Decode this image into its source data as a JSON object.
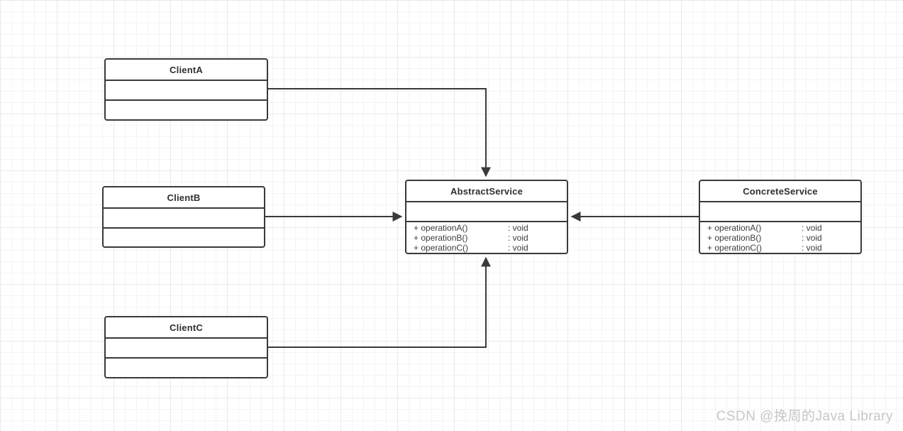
{
  "diagram_type": "uml-class-diagram",
  "classes": {
    "clientA": {
      "name": "ClientA",
      "attributes": [],
      "methods": []
    },
    "clientB": {
      "name": "ClientB",
      "attributes": [],
      "methods": []
    },
    "clientC": {
      "name": "ClientC",
      "attributes": [],
      "methods": []
    },
    "abstractService": {
      "name": "AbstractService",
      "attributes": [],
      "methods": [
        {
          "signature": "+ operationA()",
          "type": ": void"
        },
        {
          "signature": "+ operationB()",
          "type": ": void"
        },
        {
          "signature": "+ operationC()",
          "type": ": void"
        }
      ]
    },
    "concreteService": {
      "name": "ConcreteService",
      "attributes": [],
      "methods": [
        {
          "signature": "+ operationA()",
          "type": ": void"
        },
        {
          "signature": "+ operationB()",
          "type": ": void"
        },
        {
          "signature": "+ operationC()",
          "type": ": void"
        }
      ]
    }
  },
  "relations": [
    {
      "from": "ClientA",
      "to": "AbstractService",
      "style": "solid-arrow"
    },
    {
      "from": "ClientB",
      "to": "AbstractService",
      "style": "solid-arrow"
    },
    {
      "from": "ClientC",
      "to": "AbstractService",
      "style": "solid-arrow"
    },
    {
      "from": "ConcreteService",
      "to": "AbstractService",
      "style": "solid-arrow"
    }
  ],
  "watermark": "CSDN @挽周的Java Library",
  "colors": {
    "stroke": "#3a3a3a",
    "grid_minor": "#f4f4f4",
    "grid_major": "#e9e9e9",
    "watermark": "#c6c6c6",
    "background": "#ffffff"
  }
}
